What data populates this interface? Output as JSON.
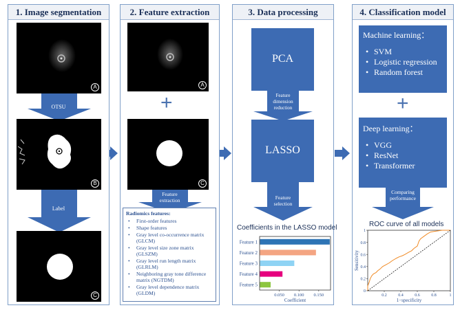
{
  "panels": {
    "p1": {
      "title": "1. Image segmentation",
      "badges": [
        "A",
        "B",
        "C"
      ],
      "arrow1_label": "OTSU",
      "arrow2_label": "Label"
    },
    "p2": {
      "title": "2. Feature extraction",
      "badges": [
        "A",
        "C"
      ],
      "plus": "+",
      "arrow_label_1": "Feature",
      "arrow_label_2": "extraction",
      "radiomics": {
        "title": "Radiomics features:",
        "items": [
          "First-order features",
          "Shape features",
          "Gray level co-occurrence matrix (GLCM)",
          "Gray level size zone matrix (GLSZM)",
          "Gray level run length matrix (GLRLM)",
          "Neighboring gray tone difference matrix (NGTDM)",
          "Gray level dependence matrix (GLDM)"
        ]
      }
    },
    "p3": {
      "title": "3. Data processing",
      "pca": "PCA",
      "lasso": "LASSO",
      "arrow1_1": "Feature",
      "arrow1_2": "dimension",
      "arrow1_3": "reduction",
      "arrow2_1": "Feature",
      "arrow2_2": "selection"
    },
    "p4": {
      "title": "4. Classification model",
      "ml_title": "Machine learning：",
      "ml_items": [
        "SVM",
        "Logistic regression",
        "Random forest"
      ],
      "plus": "+",
      "dl_title": "Deep learning：",
      "dl_items": [
        "VGG",
        "ResNet",
        "Transformer"
      ],
      "arrow_1": "Comparing",
      "arrow_2": "performance"
    }
  },
  "chart_data": [
    {
      "type": "bar",
      "orientation": "horizontal",
      "title": "Coefficients in the LASSO model",
      "xlabel": "Coefficient",
      "categories": [
        "Feature 1",
        "Feature 2",
        "Feature 3",
        "Feature 4",
        "Feature 5"
      ],
      "values": [
        0.178,
        0.143,
        0.088,
        0.058,
        0.028
      ],
      "colors": [
        "#2e74b5",
        "#f4a582",
        "#8fd3f4",
        "#e6007e",
        "#8cc63f"
      ],
      "xticks": [
        0.05,
        0.1,
        0.15
      ],
      "xtick_labels": [
        "0.050",
        "0.100",
        "0.150"
      ],
      "xlim": [
        0,
        0.18
      ]
    },
    {
      "type": "line",
      "title": "ROC curve of all models",
      "xlabel": "1−specificity",
      "ylabel": "Sensitivity",
      "xlim": [
        0,
        1
      ],
      "ylim": [
        0,
        1
      ],
      "xticks": [
        0.2,
        0.4,
        0.6,
        0.8,
        1
      ],
      "xtick_labels": [
        "0.2",
        "0.4",
        "0.6",
        "0.8",
        "1"
      ],
      "yticks": [
        0,
        0.2,
        0.4,
        0.6,
        0.8,
        1
      ],
      "ytick_labels": [
        "0",
        "0.2",
        "0.4",
        "0.6",
        "0.8",
        "1"
      ],
      "series": [
        {
          "color": "#f08a24",
          "x": [
            0,
            0.0,
            0.02,
            0.03,
            0.05,
            0.07,
            0.1,
            0.12,
            0.15,
            0.18,
            0.22,
            0.26,
            0.3,
            0.35,
            0.38,
            0.42,
            0.45,
            0.5,
            0.53,
            0.56,
            0.6,
            0.62,
            0.64,
            0.68,
            0.72,
            0.76,
            0.8,
            0.85,
            0.9,
            0.95,
            1
          ],
          "y": [
            0,
            0.08,
            0.15,
            0.2,
            0.25,
            0.28,
            0.3,
            0.33,
            0.36,
            0.4,
            0.43,
            0.46,
            0.5,
            0.54,
            0.56,
            0.58,
            0.6,
            0.64,
            0.66,
            0.7,
            0.74,
            0.82,
            0.86,
            0.9,
            0.94,
            0.97,
            0.98,
            0.99,
            1,
            1,
            1
          ]
        },
        {
          "color": "#000000",
          "dash": true,
          "x": [
            0,
            1
          ],
          "y": [
            0,
            1
          ]
        }
      ]
    }
  ]
}
